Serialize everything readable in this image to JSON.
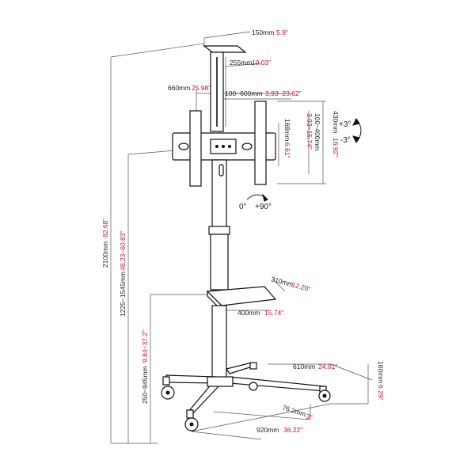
{
  "dimensions": {
    "top_bracket_width": {
      "mm": "150mm",
      "in": "5.9\""
    },
    "pole_height_top": {
      "mm": "255mm",
      "in": "10.03\""
    },
    "mount_width": {
      "mm": "660mm",
      "in": "25.98\""
    },
    "vesa_horizontal": {
      "mm": "100~600mm",
      "in": "3.93~23.62\""
    },
    "mount_height": {
      "mm": "430mm",
      "in": "16.92\""
    },
    "vesa_vertical": {
      "mm": "100~400mm",
      "in": "3.93~15.74\""
    },
    "rail_height": {
      "mm": "168mm",
      "in": "6.61\""
    },
    "total_height": {
      "mm": "2100mm",
      "in": "82.68\""
    },
    "mount_height_range": {
      "mm": "1225~1545mm",
      "in": "48.23~60.83\""
    },
    "shelf_height_range": {
      "mm": "250~945mm",
      "in": "9.84~37.2\""
    },
    "shelf_depth": {
      "mm": "310mm",
      "in": "12.20\""
    },
    "shelf_width": {
      "mm": "400mm",
      "in": "15.74\""
    },
    "base_depth": {
      "mm": "610mm",
      "in": "24.01\""
    },
    "base_height": {
      "mm": "160mm",
      "in": "6.29\""
    },
    "caster": {
      "mm": "76.2mm",
      "in": "3\""
    },
    "base_width": {
      "mm": "920mm",
      "in": "36.22\""
    }
  },
  "tilt": {
    "up": "+3°",
    "down": "-3°"
  },
  "rotate": {
    "from": "0°",
    "to": "+90°"
  },
  "colors": {
    "line": "#222222",
    "accent": "#c8102e"
  }
}
